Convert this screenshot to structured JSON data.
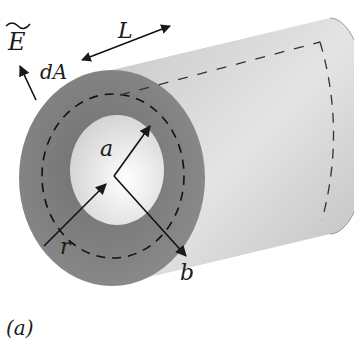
{
  "diagram": {
    "labels": [
      "a",
      "b",
      "r",
      "E",
      "dA",
      "L",
      "(a)"
    ]
  }
}
